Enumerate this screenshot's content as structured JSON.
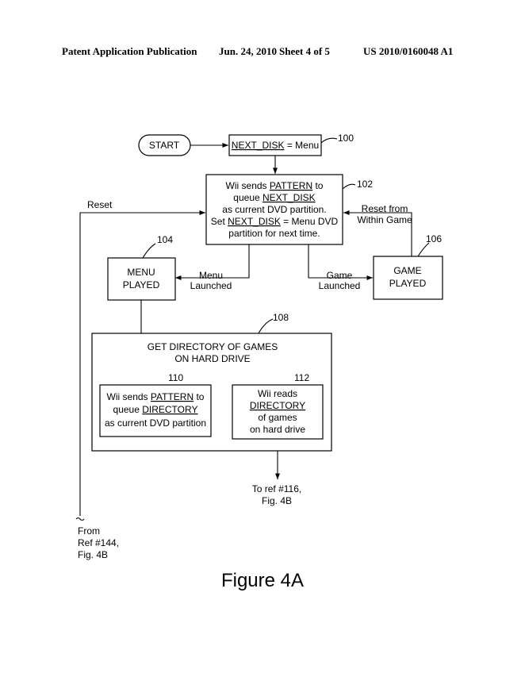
{
  "header": {
    "publication": "Patent Application Publication",
    "date": "Jun. 24, 2010",
    "sheet": "Sheet 4 of 5",
    "number": "US 2010/0160048 A1"
  },
  "nodes": {
    "start": "START",
    "n100": {
      "ref": "100",
      "lines": [
        [
          "NEXT_DISK",
          " = Menu"
        ]
      ]
    },
    "n102": {
      "ref": "102",
      "lines": [
        "Wii sends PATTERN to",
        "queue NEXT_DISK",
        "as current DVD partition.",
        "Set NEXT_DISK = Menu DVD",
        "partition for next time."
      ]
    },
    "n104": {
      "ref": "104",
      "lines": [
        "MENU",
        "PLAYED"
      ]
    },
    "n106": {
      "ref": "106",
      "lines": [
        "GAME",
        "PLAYED"
      ]
    },
    "n108": {
      "ref": "108",
      "lines": [
        "GET DIRECTORY OF GAMES",
        "ON HARD DRIVE"
      ]
    },
    "n110": {
      "ref": "110",
      "lines": [
        "Wii sends PATTERN to",
        "queue DIRECTORY",
        "as current DVD partition"
      ]
    },
    "n112": {
      "ref": "112",
      "lines": [
        "Wii reads",
        "DIRECTORY",
        "of games",
        "on hard drive"
      ]
    }
  },
  "edge_labels": {
    "reset": "Reset",
    "reset_from_game": [
      "Reset from",
      "Within Game"
    ],
    "menu_launched": [
      "Menu",
      "Launched"
    ],
    "game_launched": [
      "Game",
      "Launched"
    ],
    "to_ref": [
      "To ref #116,",
      "Fig. 4B"
    ],
    "from_ref": [
      "From",
      "Ref #144,",
      "Fig. 4B"
    ]
  },
  "figure_title": "Figure 4A"
}
